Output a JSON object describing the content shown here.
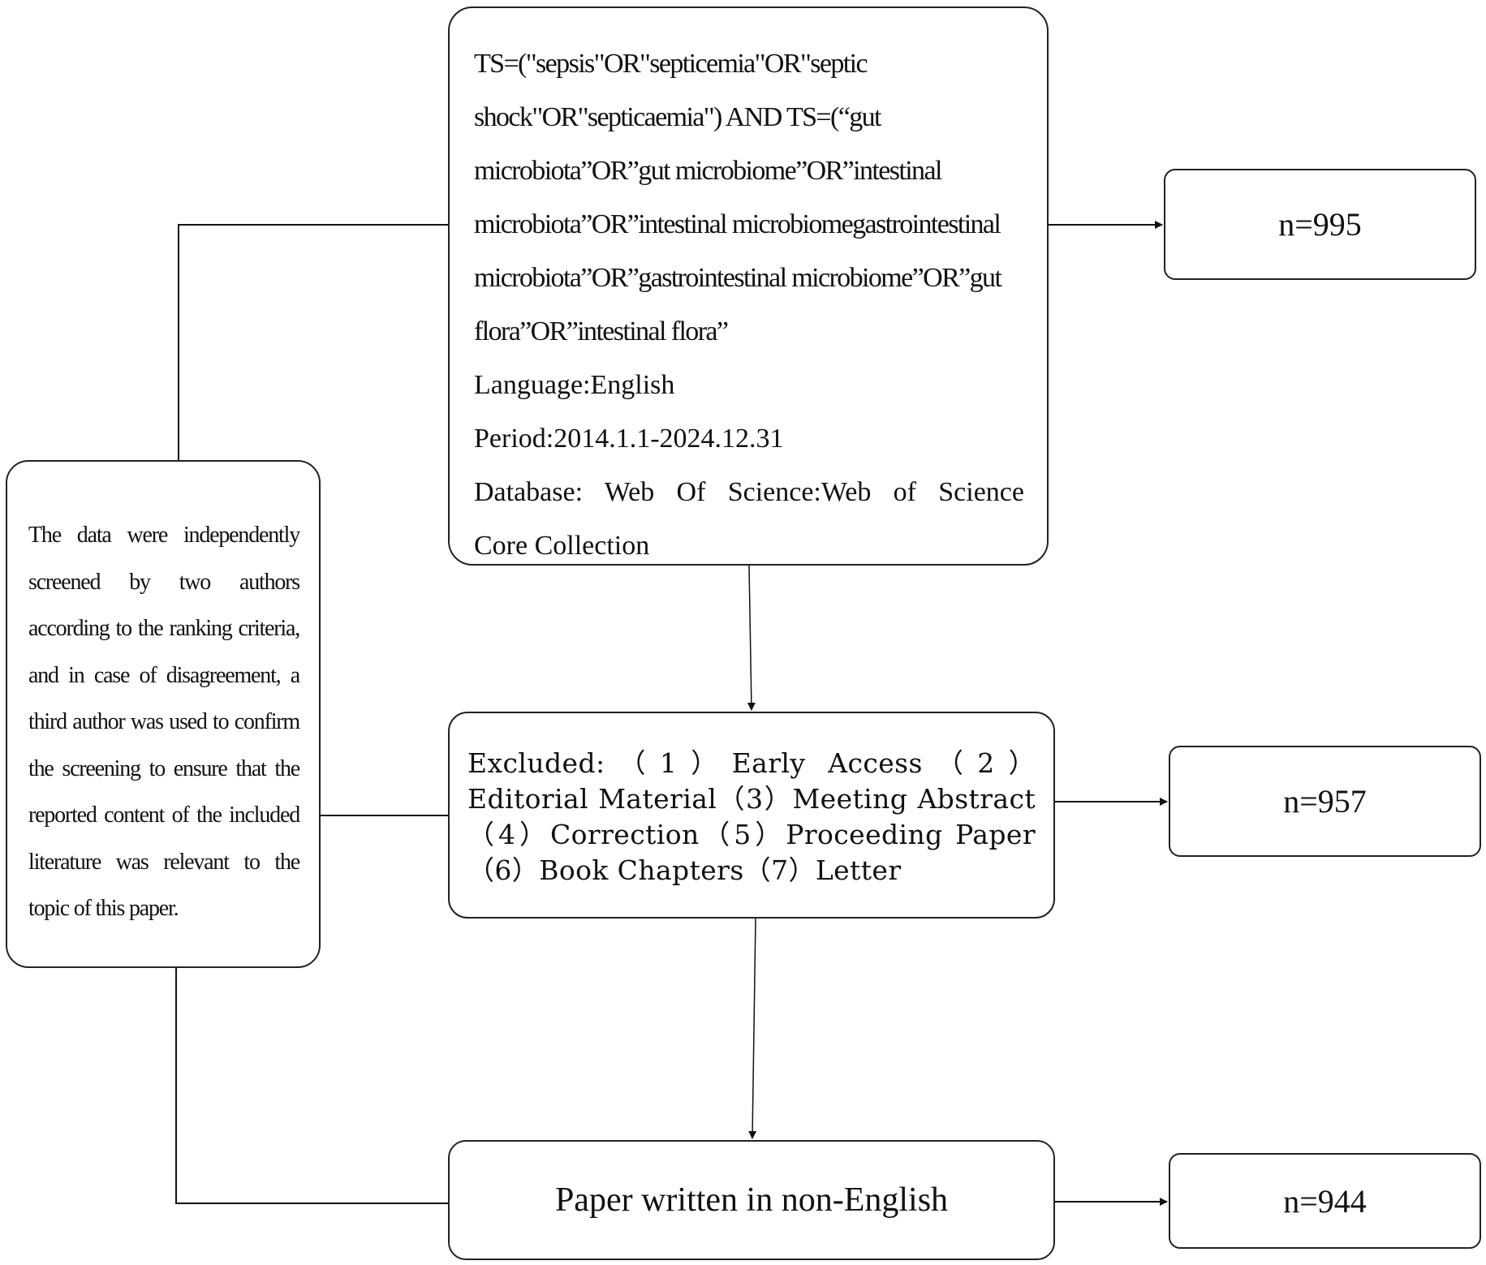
{
  "query_box": {
    "lines": [
      "TS=(\"sepsis\"OR\"septicemia\"OR\"septic",
      "shock\"OR\"septicaemia\") AND TS=(“gut",
      "microbiota”OR”gut microbiome”OR”intestinal",
      "microbiota”OR”intestinal microbiomegastrointestinal",
      "microbiota”OR”gastrointestinal microbiome”OR”gut",
      "flora”OR”intestinal flora”"
    ],
    "language": "Language:English",
    "period": "Period:2014.1.1-2024.12.31",
    "database_line1": "Database: Web Of Science:Web of Science",
    "database_line2": "Core Collection"
  },
  "screening_note": "The data were independently screened by two authors according to the ranking criteria, and in case of disagreement, a third author was used to confirm the screening to ensure that the reported content of the included literature was relevant to the topic of this paper.",
  "exclusion_box": "Excluded:（1）Early Access（2）Editorial Material（3）Meeting Abstract（4）Correction（5）Proceeding Paper（6）Book Chapters（7）Letter",
  "non_english_box": "Paper written in non-English",
  "counts": {
    "search": "n=995",
    "after_exclusion": "n=957",
    "after_language": "n=944"
  }
}
